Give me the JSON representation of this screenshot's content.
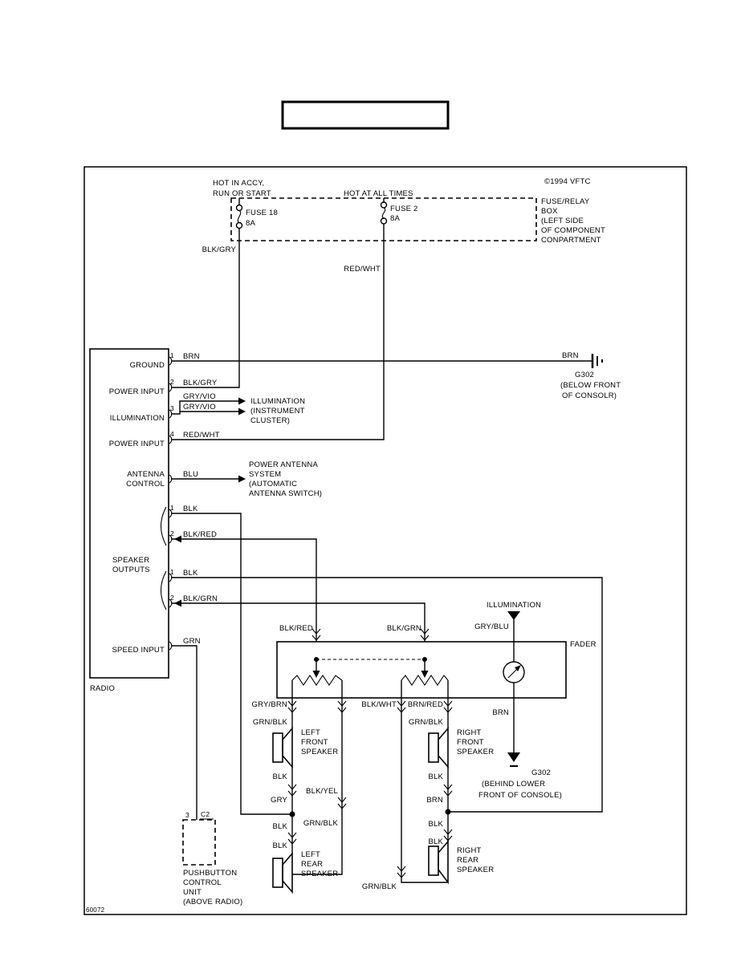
{
  "meta": {
    "copyright": "©1994 VFTC",
    "doc_number": "60072",
    "title_box_text": ""
  },
  "fuse_panel": {
    "hot_in_accy": [
      "HOT IN ACCY,",
      "RUN OR START"
    ],
    "hot_at_all_times": "HOT AT ALL TIMES",
    "fuse18": {
      "name": "FUSE 18",
      "rating": "8A"
    },
    "fuse2": {
      "name": "FUSE 2",
      "rating": "8A"
    },
    "box_label": [
      "FUSE/RELAY",
      "BOX",
      "(LEFT SIDE",
      "OF COMPONENT",
      "CONPARTMENT"
    ]
  },
  "wires": {
    "brn": "BRN",
    "blk_gry": "BLK/GRY",
    "gry_vio": "GRY/VIO",
    "red_wht": "RED/WHT",
    "blu": "BLU",
    "blk": "BLK",
    "blk_red": "BLK/RED",
    "blk_grn": "BLK/GRN",
    "grn": "GRN",
    "gry_brn": "GRY/BRN",
    "blk_wht": "BLK/WHT",
    "brn_red": "BRN/RED",
    "grn_blk": "GRN/BLK",
    "gry_blu": "GRY/BLU",
    "blk_yel": "BLK/YEL",
    "gry": "GRY"
  },
  "radio": {
    "name": "RADIO",
    "pin_numbers": {
      "p1": "1",
      "p2": "2",
      "p3": "3",
      "p4": "4"
    },
    "pin_labels": {
      "ground": "GROUND",
      "power_input": "POWER INPUT",
      "illumination": "ILLUMINATION",
      "antenna_line1": "ANTENNA",
      "antenna_line2": "CONTROL",
      "speaker_outputs_line1": "SPEAKER",
      "speaker_outputs_line2": "OUTPUTS",
      "speed_input": "SPEED INPUT"
    }
  },
  "annotations": {
    "illum_cluster": [
      "ILLUMINATION",
      "(INSTRUMENT",
      "CLUSTER)"
    ],
    "power_antenna": [
      "POWER ANTENNA",
      "SYSTEM",
      "(AUTOMATIC",
      "ANTENNA SWITCH)"
    ],
    "g302_front": [
      "G302",
      "(BELOW FRONT",
      "OF CONSOLR)"
    ],
    "g302_lower": [
      "G302",
      "(BEHIND LOWER",
      "FRONT OF CONSOLE)"
    ],
    "illumination": "ILLUMINATION"
  },
  "fader": {
    "label": "FADER"
  },
  "speakers": {
    "left_front": [
      "LEFT",
      "FRONT",
      "SPEAKER"
    ],
    "right_front": [
      "RIGHT",
      "FRONT",
      "SPEAKER"
    ],
    "left_rear": [
      "LEFT",
      "REAR",
      "SPEAKER"
    ],
    "right_rear": [
      "RIGHT",
      "REAR",
      "SPEAKER"
    ]
  },
  "pushbutton": {
    "pin": "3",
    "connector": "C2",
    "label": [
      "PUSHBUTTON",
      "CONTROL",
      "UNIT",
      "(ABOVE RADIO)"
    ]
  }
}
